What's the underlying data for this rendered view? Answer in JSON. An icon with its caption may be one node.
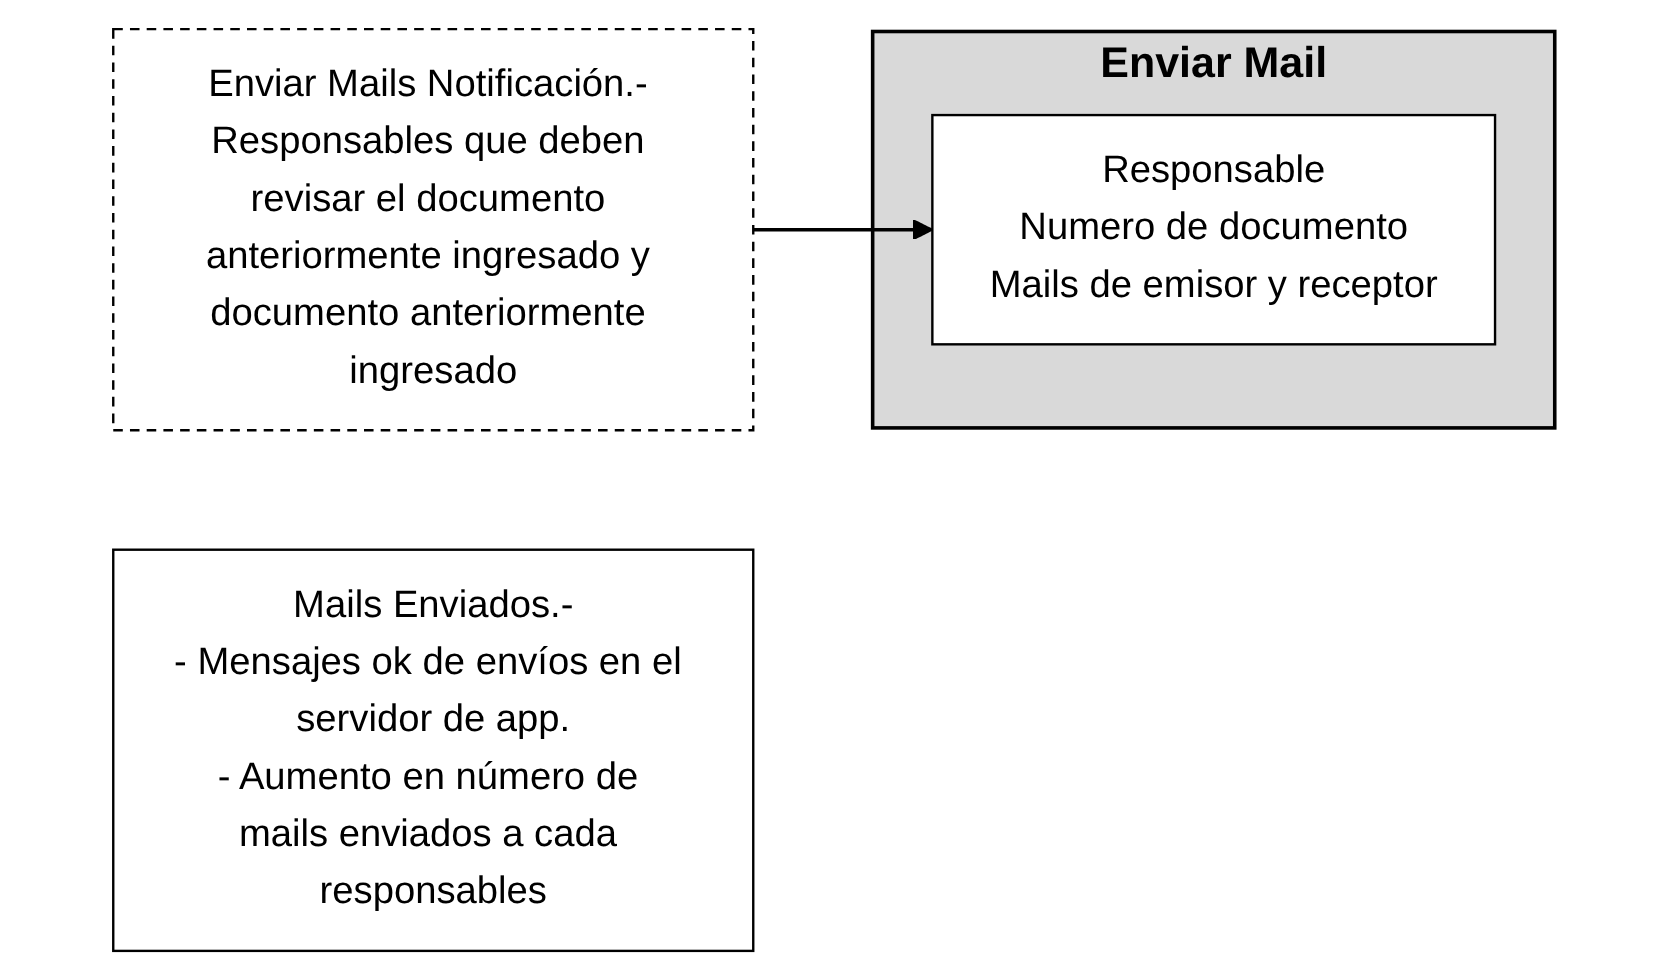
{
  "diagram": {
    "nodes": [
      {
        "text": [
          "Enviar Mails Notificación.- Responsables que deben revisar el documento anteriormente ingresado y documento anteriormente ingresado"
        ]
      },
      {
        "text": [
          "Enviar Mail"
        ]
      },
      {
        "text": [
          "Responsable",
          "Numero de documento",
          "Mails de emisor y receptor"
        ],
        "in": 1
      },
      {
        "text": [
          "Mails Enviados.-",
          "- Mensajes ok de envíos en el servidor de app.",
          "- Aumento en número de mails enviados a cada responsables"
        ]
      }
    ],
    "edges": [
      {
        "from": 0,
        "to": 2,
        "arrow": "to"
      }
    ]
  }
}
